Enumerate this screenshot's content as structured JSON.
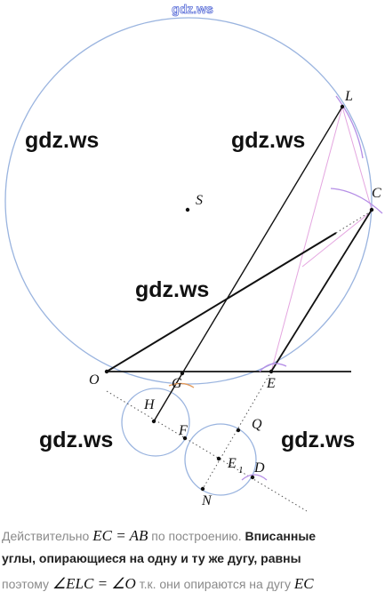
{
  "header": {
    "site": "gdz.ws"
  },
  "watermarks": [
    "gdz.ws",
    "gdz.ws",
    "gdz.ws",
    "gdz.ws",
    "gdz.ws"
  ],
  "diagram": {
    "labels": {
      "L": "L",
      "S": "S",
      "C": "C",
      "O": "O",
      "G": "G",
      "E": "E",
      "H": "H",
      "F": "F",
      "Q": "Q",
      "E1": "E",
      "E1_sub": "1",
      "D": "D",
      "N": "N"
    },
    "colors": {
      "circle": "#9ab4df",
      "line": "#111111",
      "construction": "#e4a6e0",
      "arc": "#b58ee6",
      "accent": "#e39a5a"
    }
  },
  "caption": {
    "line1": {
      "t1": "Действительно ",
      "m1": "EC = AB",
      "t2": " по построению. ",
      "t3": "Вписанные"
    },
    "line2": {
      "t1": "углы, опирающиеся на одну и ту же дугу, равны"
    },
    "line3": {
      "t1": "поэтому ",
      "m1": "∠ELC = ∠O",
      "t2": " т.к. они опираются на дугу ",
      "m2": "EC"
    }
  }
}
